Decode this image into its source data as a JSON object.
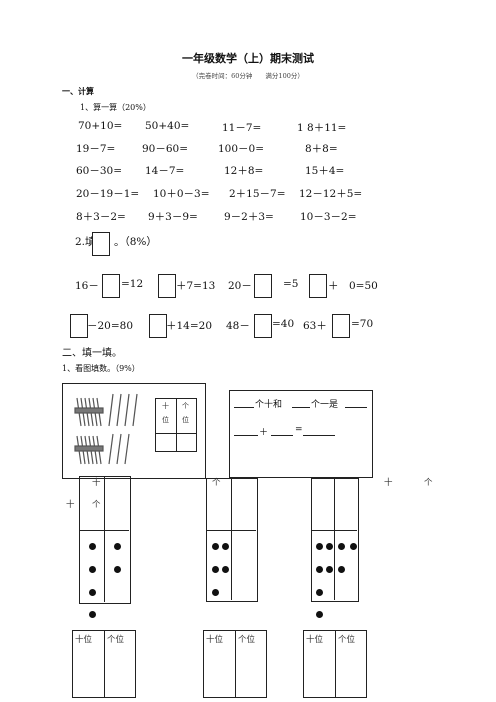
{
  "header": {
    "title": "一年级数学（上）期末测试",
    "subtitle": "（完卷时间：60分钟　　满分100分）"
  },
  "part1": {
    "heading": "一、计算",
    "q1_label": "1、算一算（20%）",
    "rows": [
      [
        "70+10=",
        "50+40=",
        "11－7=",
        "1 8＋11="
      ],
      [
        "19－7=",
        "90－60=",
        "100－0=",
        "8＋8="
      ],
      [
        "60－30=",
        "14－7=",
        "12＋8=",
        "15＋4="
      ],
      [
        "20－19－1=",
        "10＋0－3=",
        "2＋15－7=",
        "12－12＋5="
      ],
      [
        "8＋3－2=",
        "9＋3－9=",
        "9－2＋3=",
        "10－3－2="
      ]
    ],
    "q2_prefix": "2.填",
    "q2_suffix": "。（8%）",
    "fill_row1": [
      "16－",
      "=12",
      "＋7=13",
      "20－",
      "=5",
      "＋　0=50"
    ],
    "fill_row2": [
      "－20=80",
      "＋14=20",
      "48－",
      "=40",
      "63＋",
      "=70"
    ]
  },
  "part2": {
    "heading": "二、填一填。",
    "q1_label": "1、看图填数。（9%）",
    "place_ten": "十",
    "place_one": "个",
    "place_ten_small": "位",
    "place_one_small": "位",
    "sentence1": "个十和",
    "sentence1b": "个一是",
    "plus": "＋",
    "eq": "=",
    "abacus_labels_top": [
      "十",
      "个",
      "十",
      "个",
      "十",
      "个"
    ],
    "tens_label": "十位",
    "ones_label": "个位"
  }
}
